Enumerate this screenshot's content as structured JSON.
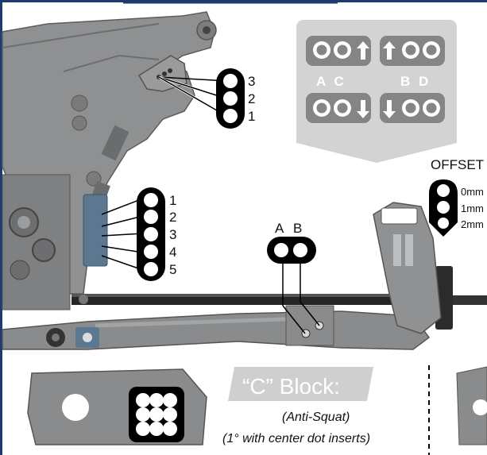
{
  "top_right_panel": {
    "label_ac": "A C",
    "label_bd": "B D"
  },
  "hole_positions_upper": [
    "3",
    "2",
    "1"
  ],
  "hole_positions_left": [
    "1",
    "2",
    "3",
    "4",
    "5"
  ],
  "ab_label": {
    "a": "A",
    "b": "B"
  },
  "offset": {
    "title": "OFFSET",
    "options": [
      "0mm",
      "1mm",
      "2mm"
    ]
  },
  "c_block": {
    "title": "“C” Block:",
    "subtitle": "(Anti-Squat)",
    "note": "(1° with center dot inserts)"
  }
}
